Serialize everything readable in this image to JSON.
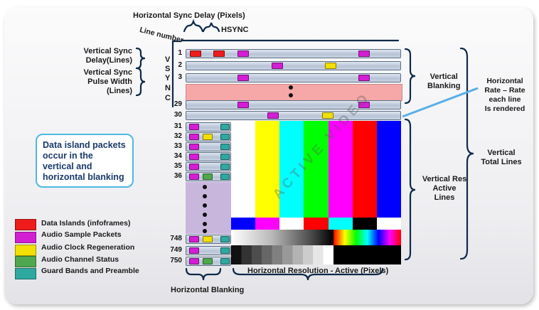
{
  "labels": {
    "h_sync_delay": "Horizontal Sync Delay (Pixels)",
    "hsync": "HSYNC",
    "line_number": "Line number",
    "v_sync_delay": "Vertical Sync\nDelay(Lines)",
    "v_sync_pulse": "Vertical Sync\nPulse Width\n(Lines)",
    "vsync_letters": [
      "V",
      "S",
      "Y",
      "N",
      "C"
    ],
    "vertical_blanking": "Vertical\nBlanking",
    "horizontal_rate": "Horizontal\nRate – Rate\neach line\nIs rendered",
    "vertical_total": "Vertical\nTotal Lines",
    "vertical_res_active": "Vertical Res\nActive\nLines",
    "horizontal_res_active": "Horizontal Resolution - Active (Pixels)",
    "horizontal_blanking": "Horizontal Blanking",
    "active_video": "ACTIVE VIDEO",
    "data_island_note": "Data island packets occur in the vertical and horizontal blanking"
  },
  "line_numbers": [
    "1",
    "2",
    "3",
    "29",
    "30",
    "31",
    "32",
    "33",
    "34",
    "35",
    "36",
    "748",
    "749",
    "750"
  ],
  "legend": [
    {
      "label": "Data Islands (infoframes)",
      "color": "#ee1c1c"
    },
    {
      "label": "Audio Sample Packets",
      "color": "#d41ed4"
    },
    {
      "label": "Audio Clock Regeneration",
      "color": "#f2e000"
    },
    {
      "label": "Audio Channel Status",
      "color": "#4fa84f"
    },
    {
      "label": "Guard Bands and Preamble",
      "color": "#2fa8a0"
    }
  ],
  "colors": {
    "vsync_band": "#f6a7a7",
    "hblank_area": "#c9b6dd",
    "callout_line": "#5aaee6",
    "color_bars": [
      "#ffffff",
      "#ffff00",
      "#00ffff",
      "#00ff00",
      "#ff00ff",
      "#ff0000",
      "#0000ff"
    ]
  }
}
